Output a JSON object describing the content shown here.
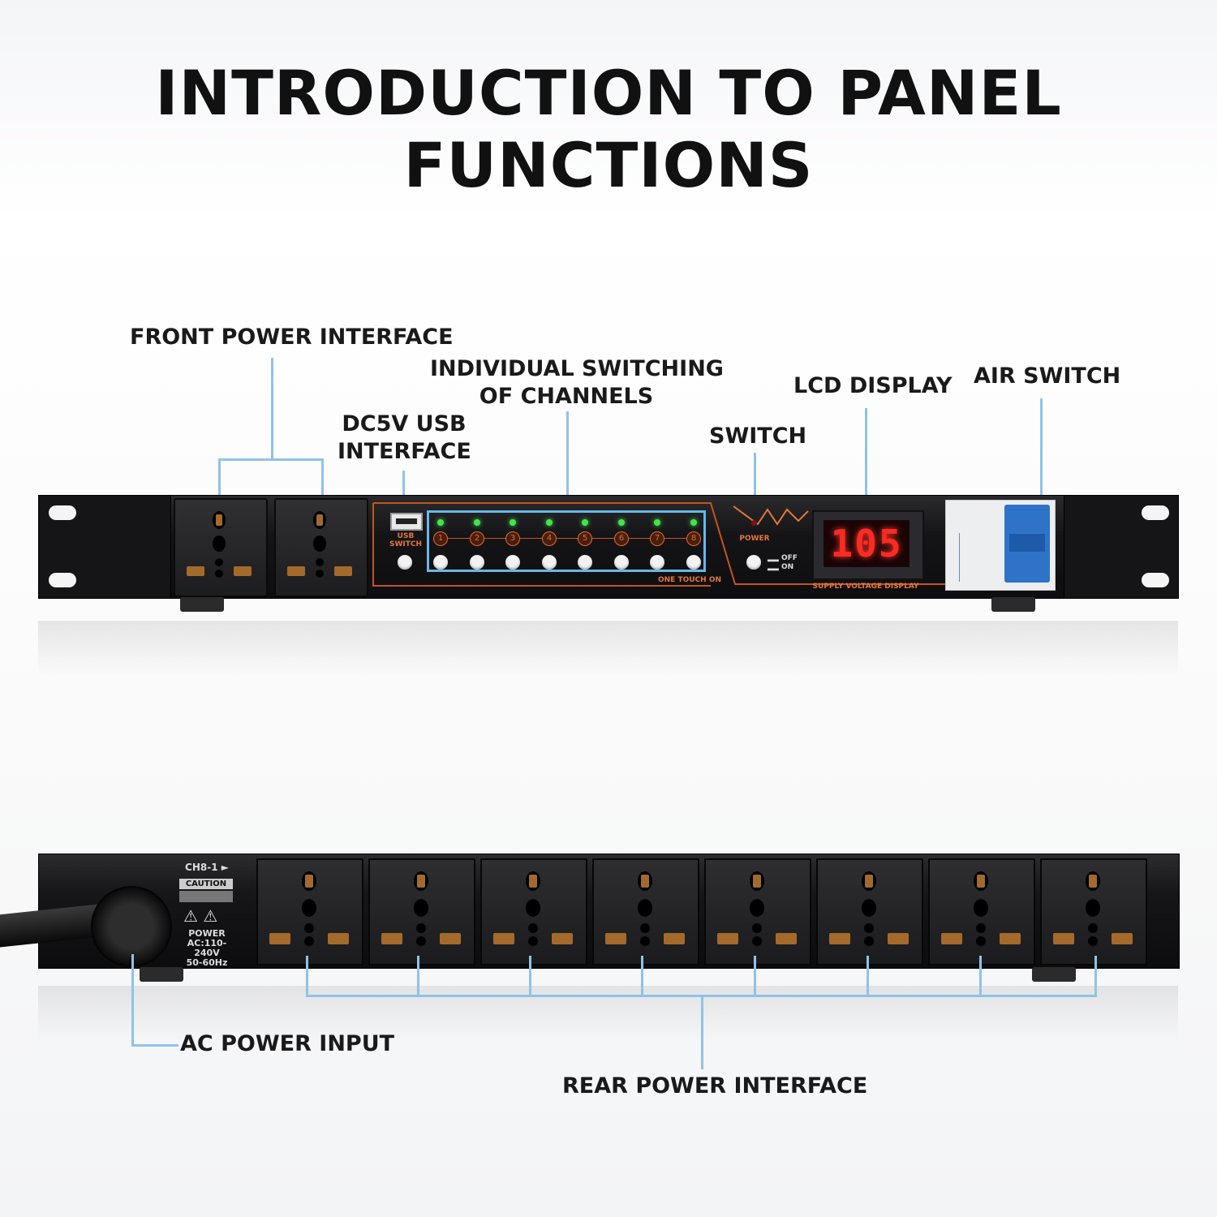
{
  "title": "INTRODUCTION TO PANEL FUNCTIONS",
  "callouts": {
    "front_power_interface": "FRONT POWER INTERFACE",
    "channels_line1": "INDIVIDUAL SWITCHING",
    "channels_line2": "OF CHANNELS",
    "usb_line1": "DC5V USB",
    "usb_line2": "INTERFACE",
    "switch": "SWITCH",
    "lcd_display": "LCD DISPLAY",
    "air_switch": "AIR SWITCH",
    "ac_power_input": "AC POWER INPUT",
    "rear_power_interface": "REAR POWER INTERFACE"
  },
  "front_panel": {
    "usb_label_1": "USB",
    "usb_label_2": "SWITCH",
    "channels": [
      "1",
      "2",
      "3",
      "4",
      "5",
      "6",
      "7",
      "8"
    ],
    "one_touch": "ONE TOUCH ON",
    "power_label": "POWER",
    "off_label": "OFF",
    "on_label": "ON",
    "lcd_value": "105",
    "supply_label": "SUPPLY VOLTAGE DISPLAY"
  },
  "rear_panel": {
    "ch_label": "CH8-1 ►",
    "caution": "CAUTION",
    "power": "POWER",
    "voltage": "AC:110-240V",
    "freq": "50-60Hz"
  },
  "colors": {
    "callout_line": "#8fc3e8",
    "led_green": "#41e64a",
    "lcd_red": "#ff2a22",
    "panel_orange": "#e36a2c",
    "breaker_blue": "#2f73c9"
  }
}
